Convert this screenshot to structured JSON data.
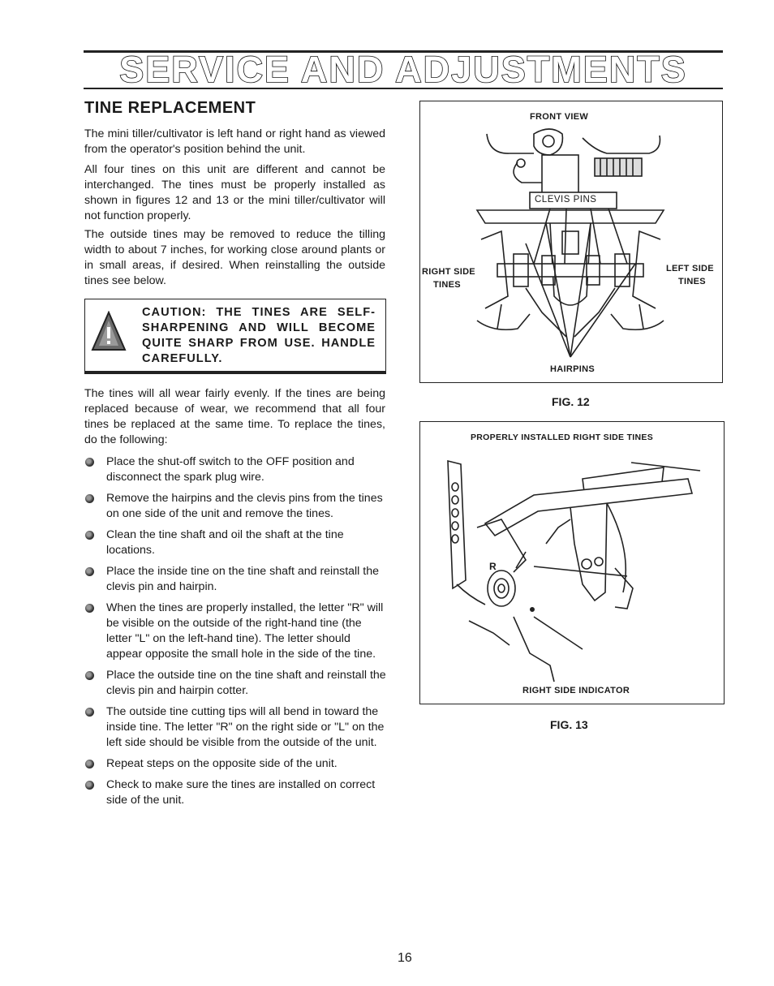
{
  "header": {
    "title": "SERVICE AND ADJUSTMENTS"
  },
  "section": {
    "heading": "TINE REPLACEMENT",
    "paragraphs": [
      "The mini tiller/cultivator is left hand or right hand as viewed from the operator's position behind the unit.",
      "All four tines on this unit are different and cannot be interchanged. The tines must be properly installed as shown in figures 12 and 13 or the mini tiller/cultivator will not function properly.",
      "The outside tines may be removed to reduce the tilling width to about 7 inches, for working close around plants or in small areas, if desired. When reinstalling the outside tines see below."
    ],
    "caution": "CAUTION: THE TINES ARE SELF-SHARPENING AND WILL BECOME QUITE SHARP FROM USE. HANDLE CAREFULLY.",
    "intro": "The tines will all wear fairly evenly. If the tines are being replaced because of wear, we recommend that all four tines be replaced at the same time. To replace the tines, do the following:",
    "steps": [
      "Place the shut-off switch to the OFF position and disconnect the spark plug wire.",
      "Remove the hairpins and the clevis pins from the tines on one side of the unit and remove the tines.",
      "Clean the tine shaft and oil the shaft at the tine locations.",
      "Place the inside tine on the tine shaft and reinstall the clevis pin and hairpin.",
      "When the tines are properly installed, the letter \"R\" will be visible on the outside of the right-hand tine (the letter \"L\" on the left-hand tine). The letter should appear opposite the small hole in the side of the tine.",
      "Place the outside tine on the tine shaft and reinstall the clevis pin and hairpin cotter.",
      "The outside tine cutting tips will all bend in toward the inside tine. The letter \"R\" on the right side or \"L\" on the left side should be visible from the outside of the unit.",
      "Repeat steps on the opposite side of the unit.",
      "Check to make sure the tines are installed on correct side of the unit."
    ]
  },
  "fig12": {
    "title": "FRONT VIEW",
    "clevis_label": "CLEVIS PINS",
    "right_label_1": "RIGHT SIDE",
    "right_label_2": "TINES",
    "left_label_1": "LEFT SIDE",
    "left_label_2": "TINES",
    "hairpins_label": "HAIRPINS",
    "caption": "FIG. 12"
  },
  "fig13": {
    "title": "PROPERLY INSTALLED RIGHT SIDE TINES",
    "letter": "R",
    "bottom_label": "RIGHT SIDE INDICATOR",
    "caption": "FIG. 13"
  },
  "footer": {
    "page_number": "16"
  }
}
